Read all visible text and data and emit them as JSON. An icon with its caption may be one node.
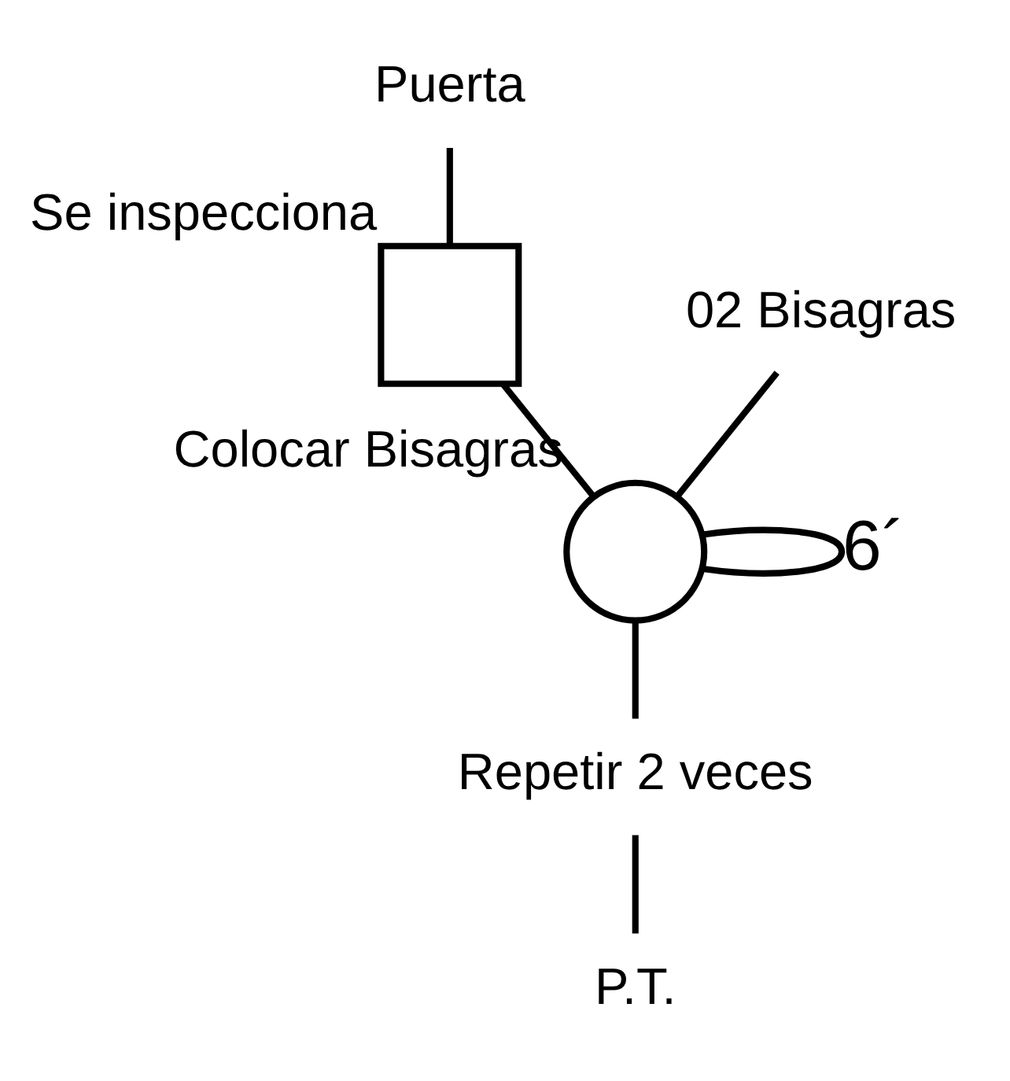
{
  "diagram": {
    "nodes": [
      {
        "text": [
          "Puerta"
        ]
      },
      {
        "text": [],
        "shape": "box",
        "beside": [
          "Se inspecciona"
        ]
      },
      {
        "text": [
          "02 Bisagras"
        ]
      },
      {
        "text": [],
        "shape": "circle",
        "beside": [
          "Colocar Bisagras"
        ]
      },
      {
        "text": [
          "Repetir 2 veces"
        ]
      },
      {
        "text": [
          "P.T."
        ]
      }
    ],
    "edges": [
      {
        "from": 0,
        "to": 1,
        "arrow": "none"
      },
      {
        "from": 1,
        "to": 3,
        "arrow": "none"
      },
      {
        "from": 2,
        "to": 3,
        "arrow": "none"
      },
      {
        "from": 3,
        "to": 3,
        "arrow": "none",
        "label": "6´"
      },
      {
        "from": 3,
        "to": 4,
        "arrow": "none"
      },
      {
        "from": 4,
        "to": 5,
        "arrow": "none"
      }
    ]
  }
}
